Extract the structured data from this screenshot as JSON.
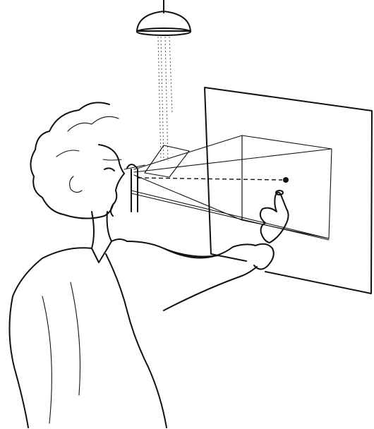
{
  "figure": {
    "kind": "line-drawing",
    "elements": [
      "lamp-icon",
      "light-beam",
      "screen-panel",
      "viewing-frustum",
      "fixation-target",
      "head-rest",
      "person",
      "pointing-hand"
    ],
    "colors": {
      "ink": "#111111",
      "background": "#ffffff"
    }
  }
}
